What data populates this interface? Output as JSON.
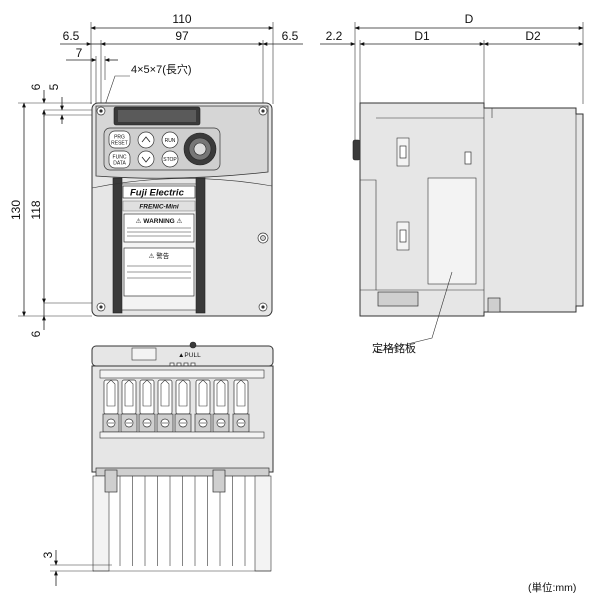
{
  "dimensions": {
    "overall_width": "110",
    "left_margin": "6.5",
    "hole_pitch_width": "97",
    "right_margin": "6.5",
    "hole_offset_x": "7",
    "top_margin": "6",
    "hole_offset_y": "5",
    "overall_height": "130",
    "hole_pitch_height": "118",
    "bottom_margin": "6",
    "depth": "D",
    "front_offset": "2.2",
    "depth_1": "D1",
    "depth_2": "D2",
    "bottom_lead": "3"
  },
  "labels": {
    "mounting_hole": "4×5×7(長穴)",
    "rating_plate": "定格銘板",
    "unit": "(単位:mm)"
  },
  "front_panel": {
    "brand": "Fuji Electric",
    "series": "FRENIC-Mini",
    "warning_en": "⚠ WARNING ⚠",
    "warning_jp": "⚠ 警告",
    "keys": {
      "prg_reset": "PRG\nRESET",
      "func_data": "FUNC\nDATA",
      "run": "RUN",
      "stop": "STOP"
    },
    "prg_line1": "PRG",
    "prg_line2": "RESET",
    "func_line1": "FUNC",
    "func_line2": "DATA"
  },
  "bottom_view": {
    "pull_label": "▲PULL"
  }
}
